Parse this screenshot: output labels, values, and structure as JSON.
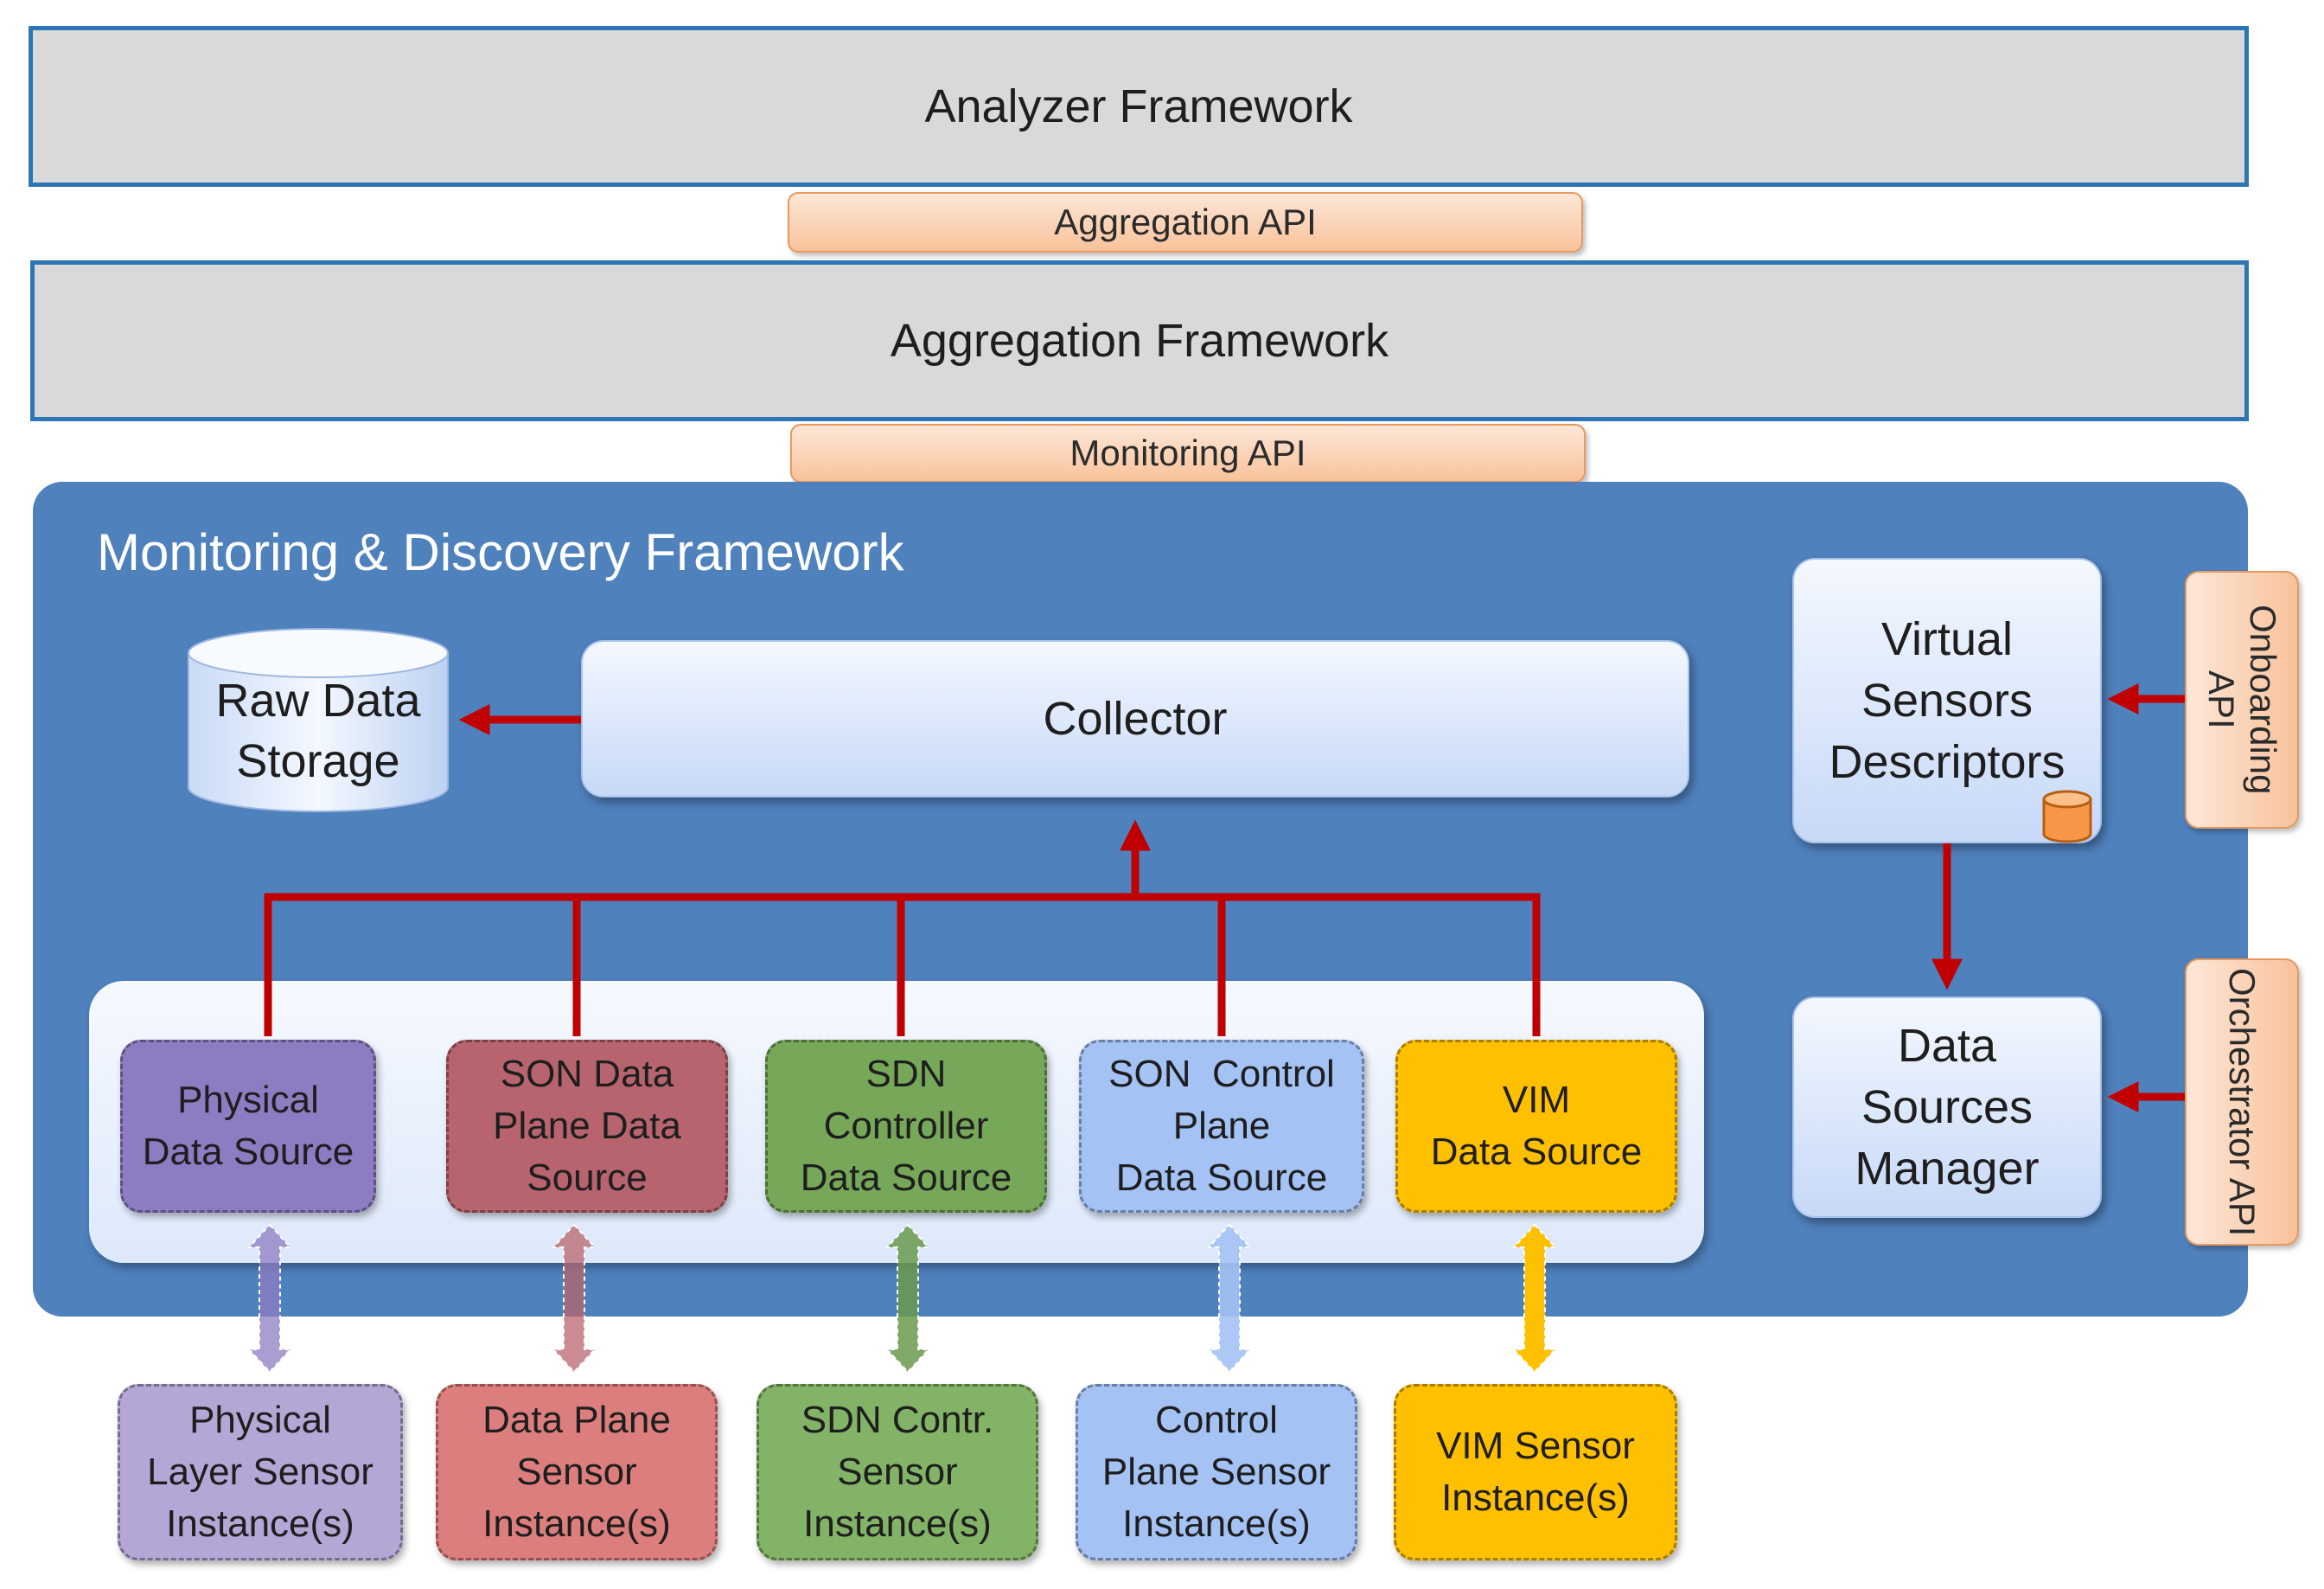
{
  "frameworks": {
    "analyzer": "Analyzer Framework",
    "aggregation": "Aggregation Framework",
    "monitoring_discovery": "Monitoring & Discovery Framework"
  },
  "apis": {
    "aggregation": "Aggregation API",
    "monitoring": "Monitoring API",
    "onboarding": "Onboarding API",
    "orchestrator": "Orchestrator API"
  },
  "components": {
    "raw_data_storage": [
      "Raw Data",
      "Storage"
    ],
    "collector": "Collector",
    "virtual_sensors_descriptors": [
      "Virtual",
      "Sensors",
      "Descriptors"
    ],
    "data_sources_manager": [
      "Data",
      "Sources",
      "Manager"
    ]
  },
  "data_sources": [
    {
      "lines": [
        "Physical",
        "Data Source"
      ],
      "color": "#8e7cc3"
    },
    {
      "lines": [
        "SON Data",
        "Plane Data",
        "Source"
      ],
      "color": "#b8646e"
    },
    {
      "lines": [
        "SDN",
        "Controller",
        "Data Source"
      ],
      "color": "#77a85a"
    },
    {
      "lines": [
        "SON  Control",
        "Plane",
        "Data Source"
      ],
      "color": "#a4c2f4"
    },
    {
      "lines": [
        "VIM",
        "Data Source"
      ],
      "color": "#ffc000"
    }
  ],
  "sensor_instances": [
    {
      "lines": [
        "Physical",
        "Layer Sensor",
        "Instance(s)"
      ],
      "color": "#b4a7d6"
    },
    {
      "lines": [
        "Data Plane",
        "Sensor",
        "Instance(s)"
      ],
      "color": "#dd7e7e"
    },
    {
      "lines": [
        "SDN Contr.",
        "Sensor",
        "Instance(s)"
      ],
      "color": "#82b366"
    },
    {
      "lines": [
        "Control",
        "Plane Sensor",
        "Instance(s)"
      ],
      "color": "#a4c2f4"
    },
    {
      "lines": [
        "VIM Sensor",
        "Instance(s)"
      ],
      "color": "#ffc000"
    }
  ],
  "colors": {
    "arrow": "#c00000",
    "framework_border": "#2e75b6",
    "mdf_background": "#4f81bd",
    "api_fill": "#f8c29a"
  }
}
